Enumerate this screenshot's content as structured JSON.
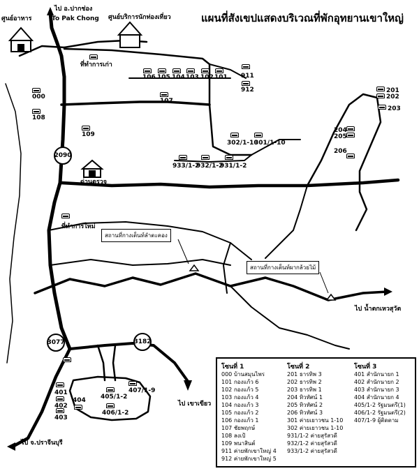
{
  "title": "แผนที่สังเขปแสดงบริเวณที่พักอุทยานเขาใหญ่",
  "places": {
    "restaurant": "ศูนย์อาหาร",
    "to_pak_chong_th": "ไป อ.ปากช่อง",
    "to_pak_chong_en": "To Pak Chong",
    "visitor_center": "ศูนย์บริการนักท่องเที่ยว",
    "old_office": "ที่ทำการเก่า",
    "checkpoint": "ด่านตรวจ",
    "new_office": "ที่ทำการใหม่",
    "campsite_lamtakhong": "สถานที่กางเต็นท์ลำตะคอง",
    "campsite_phakluaymai": "สถานที่กางเต็นท์ผากล้วยไม้",
    "to_waterfall": "ไป น้ำตกเหวสุวัต",
    "to_khao_khiao": "ไป เขาเขียว",
    "to_prachinburi": "ไป จ.ปราจีนบุรี"
  },
  "road_numbers": [
    "2090",
    "3077",
    "3182"
  ],
  "building_codes": {
    "row_100": [
      "106",
      "105",
      "104",
      "103",
      "102",
      "101"
    ],
    "r911": "911",
    "r912": "912",
    "r000": "000",
    "r108": "108",
    "r107": "107",
    "r109": "109",
    "r201": "201",
    "r202": "202",
    "r203": "203",
    "r204": "204",
    "r205": "205",
    "r206": "206",
    "r302": "302/1-10",
    "r301": "301/1-10",
    "r933": "933/1-2",
    "r932": "932/1-2",
    "r931": "931/1-2",
    "r401": "401",
    "r402": "402",
    "r403": "403",
    "r404": "404",
    "r405": "405/1-2",
    "r406": "406/1-2",
    "r407": "407/1-9"
  },
  "legend": {
    "zone1": {
      "title": "โซนที่ 1",
      "items": [
        "000 บ้านสมุนไพร",
        "101 กองแก้ว 6",
        "102 กองแก้ว 5",
        "103 กองแก้ว 4",
        "104 กองแก้ว 3",
        "105 กองแก้ว 2",
        "106 กองแก้ว 1",
        "107 ชัยพฤกษ์",
        "108 ลงเป้",
        "109 พนาสินต์",
        "911 ค่ายพักเขาใหญ่ 4",
        "912 ค่ายพักเขาใหญ่ 5"
      ]
    },
    "zone2": {
      "title": "โซนที่ 2",
      "items": [
        "201 ธารทิพ 3",
        "202 ธารทิพ 2",
        "203 ธารทิพ 1",
        "204 ทิวทัศน์ 1",
        "205 ทิวทัศน์ 2",
        "206 ทิวทัศน์ 3",
        "301 ค่ายเยาวชน 1-10",
        "302 ค่ายเยาวชน 1-10",
        "931/1-2 ค่ายสุรัสวดี",
        "932/1-2 ค่ายสุรัสวดี",
        "933/1-2 ค่ายสุรัสวดี"
      ]
    },
    "zone3": {
      "title": "โซนที่ 3",
      "items": [
        "401 สำนักนายก 1",
        "402 สำนักนายก 2",
        "403 สำนักนายก 3",
        "404 สำนักนายก 4",
        "405/1-2 รัฐมนตรี(1)",
        "406/1-2 รัฐมนตรี(2)",
        "407/1-9 ผู้ติดตาม"
      ]
    }
  }
}
